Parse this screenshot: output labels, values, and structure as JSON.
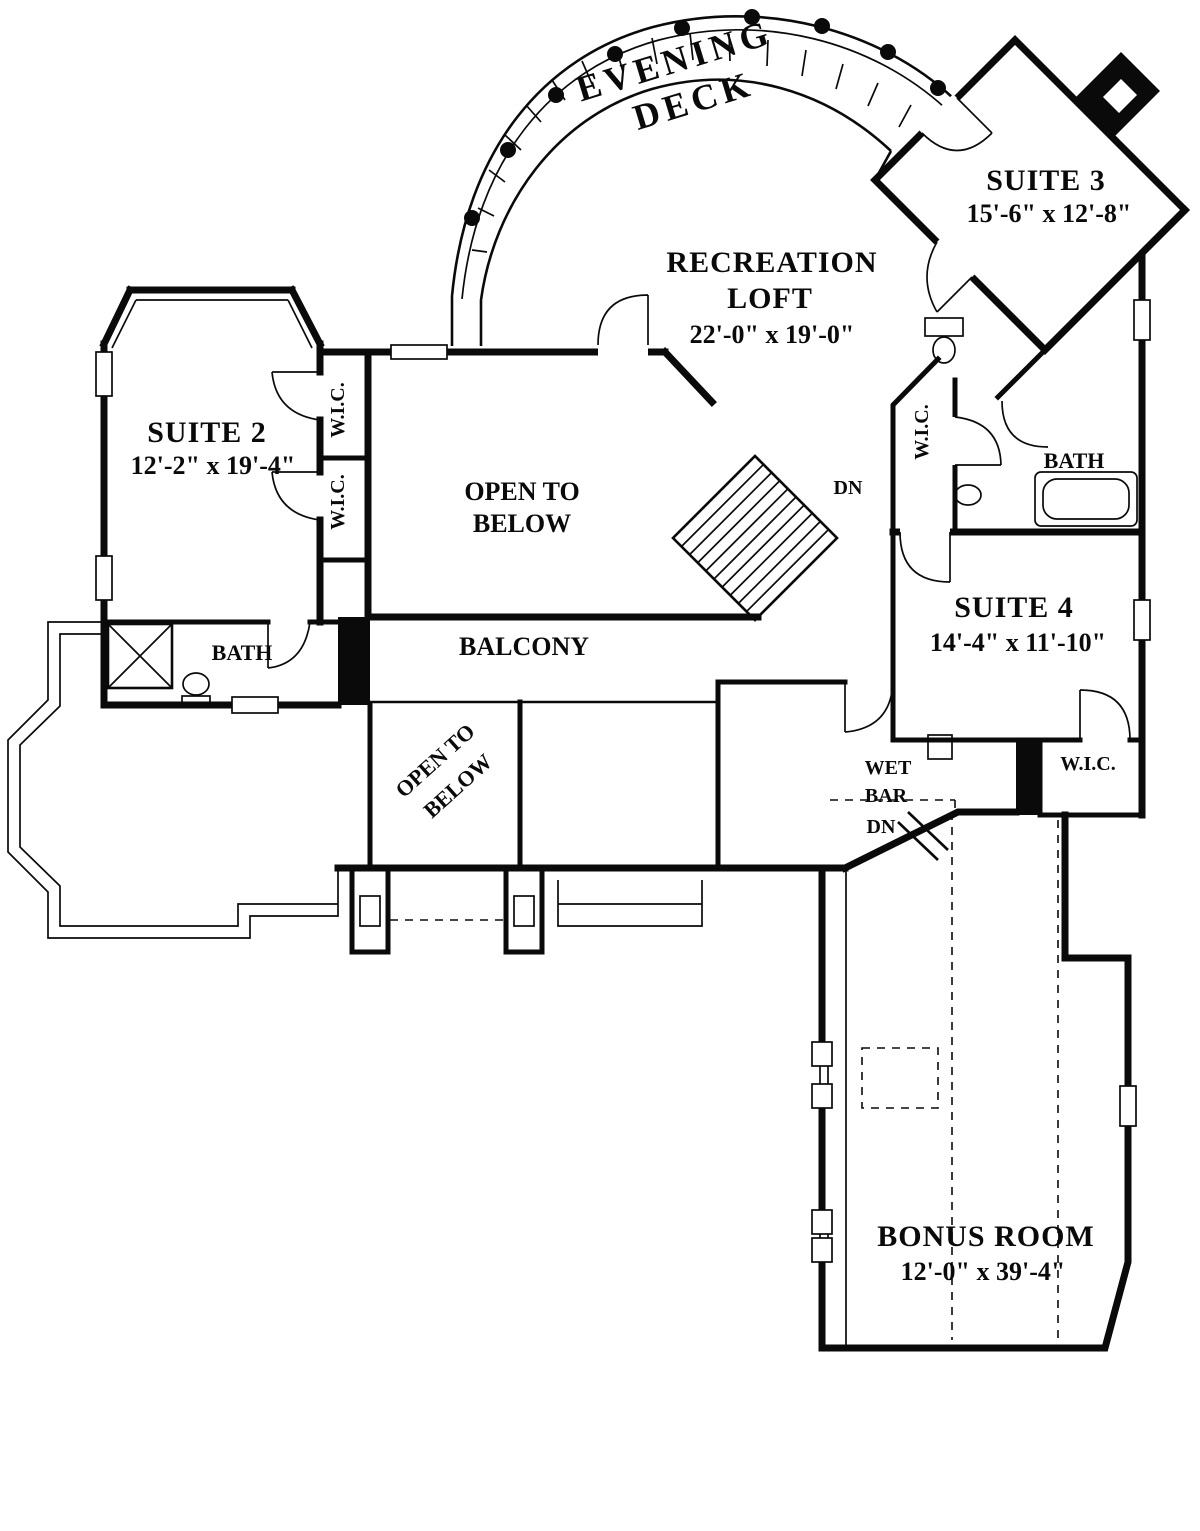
{
  "colors": {
    "ink": "#0a0a0a",
    "background": "#ffffff"
  },
  "rooms": {
    "evening_deck": {
      "label_line1": "EVENING",
      "label_line2": "DECK"
    },
    "suite_3": {
      "name": "SUITE 3",
      "dims": "15'-6\" x 12'-8\""
    },
    "recreation_loft": {
      "name_line1": "RECREATION",
      "name_line2": "LOFT",
      "dims": "22'-0\" x 19'-0\""
    },
    "suite_2": {
      "name": "SUITE 2",
      "dims": "12'-2\" x 19'-4\""
    },
    "suite_4": {
      "name": "SUITE 4",
      "dims": "14'-4\" x 11'-10\""
    },
    "bonus_room": {
      "name": "BONUS ROOM",
      "dims": "12'-0\" x 39'-4\""
    },
    "balcony": {
      "name": "BALCONY"
    },
    "bath_left": {
      "name": "BATH"
    },
    "bath_right": {
      "name": "BATH"
    }
  },
  "annotations": {
    "wic": "W.I.C.",
    "open_to": "OPEN TO",
    "below": "BELOW",
    "dn": "DN",
    "wet": "WET",
    "bar": "BAR"
  }
}
